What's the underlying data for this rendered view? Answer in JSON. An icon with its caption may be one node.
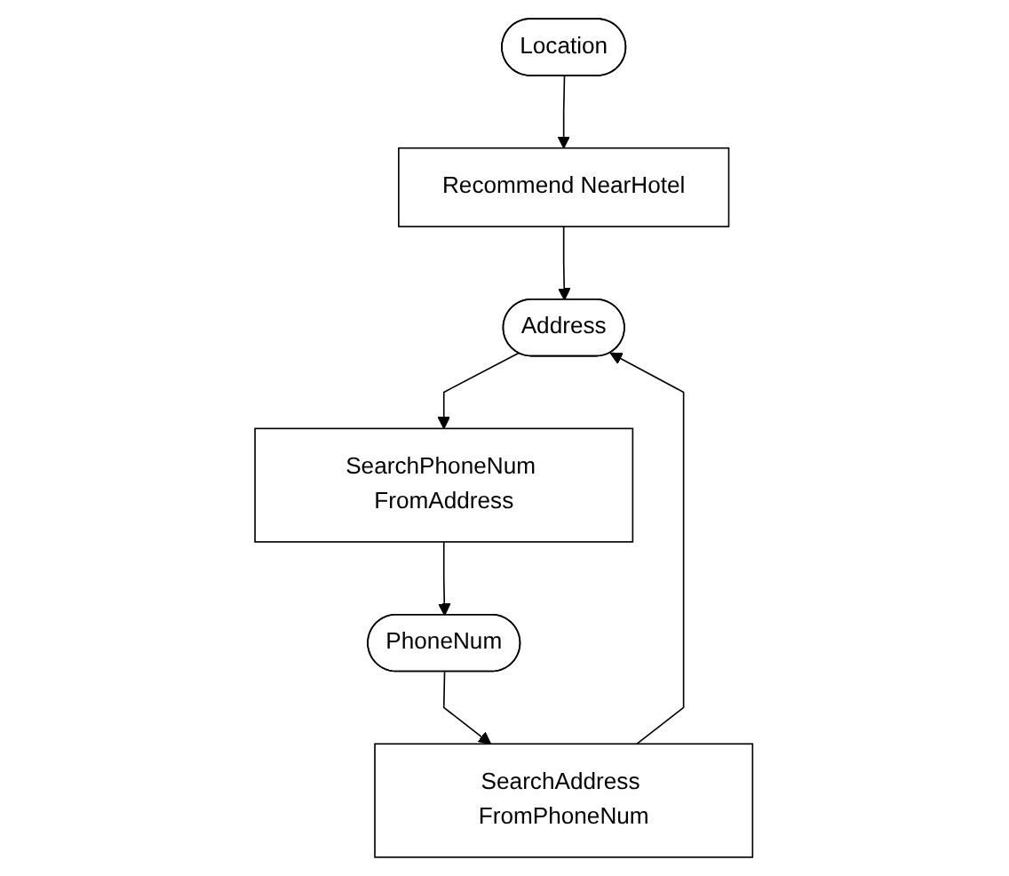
{
  "diagram": {
    "nodes": [
      {
        "text": [
          "Location"
        ]
      },
      {
        "text": [
          "Recommend NearHotel"
        ]
      },
      {
        "text": [
          "Address"
        ]
      },
      {
        "text": [
          "SearchAddress FromPhoneNum"
        ]
      },
      {
        "text": [
          "SearchPhoneNum FromAddress"
        ]
      },
      {
        "text": [
          "PhoneNum"
        ]
      }
    ],
    "edges": [
      {
        "from": 0,
        "to": 1,
        "arrow": "to"
      },
      {
        "from": 1,
        "to": 2,
        "arrow": "to"
      },
      {
        "from": 2,
        "to": 4,
        "arrow": "to"
      },
      {
        "from": 4,
        "to": 5,
        "arrow": "to"
      },
      {
        "from": 5,
        "to": 3,
        "arrow": "to"
      },
      {
        "from": 3,
        "to": 2,
        "arrow": "to"
      }
    ]
  }
}
